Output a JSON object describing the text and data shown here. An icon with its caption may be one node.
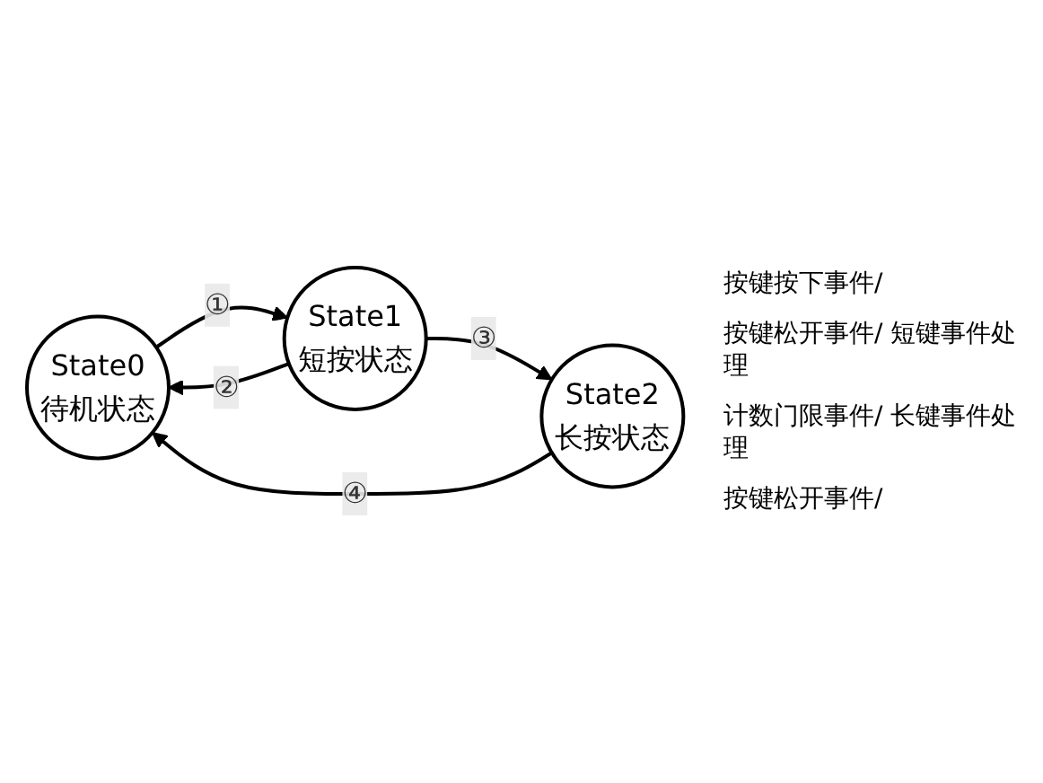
{
  "diagram": {
    "nodes": [
      {
        "text": [
          "State0",
          "待机状态"
        ]
      },
      {
        "text": [
          "State1",
          "短按状态"
        ]
      },
      {
        "text": [
          "State2",
          "长按状态"
        ]
      }
    ],
    "edges": [
      {
        "from": 0,
        "to": 1,
        "arrow": "to",
        "label": "①"
      },
      {
        "from": 1,
        "to": 0,
        "arrow": "to",
        "label": "②"
      },
      {
        "from": 1,
        "to": 2,
        "arrow": "to",
        "label": "③"
      },
      {
        "from": 2,
        "to": 0,
        "arrow": "to",
        "label": "④"
      }
    ],
    "labels": [
      "按键按下事件/",
      "按键松开事件/ 短键事件处理",
      "计数门限事件/ 长键事件处理",
      "按键松开事件/"
    ]
  }
}
